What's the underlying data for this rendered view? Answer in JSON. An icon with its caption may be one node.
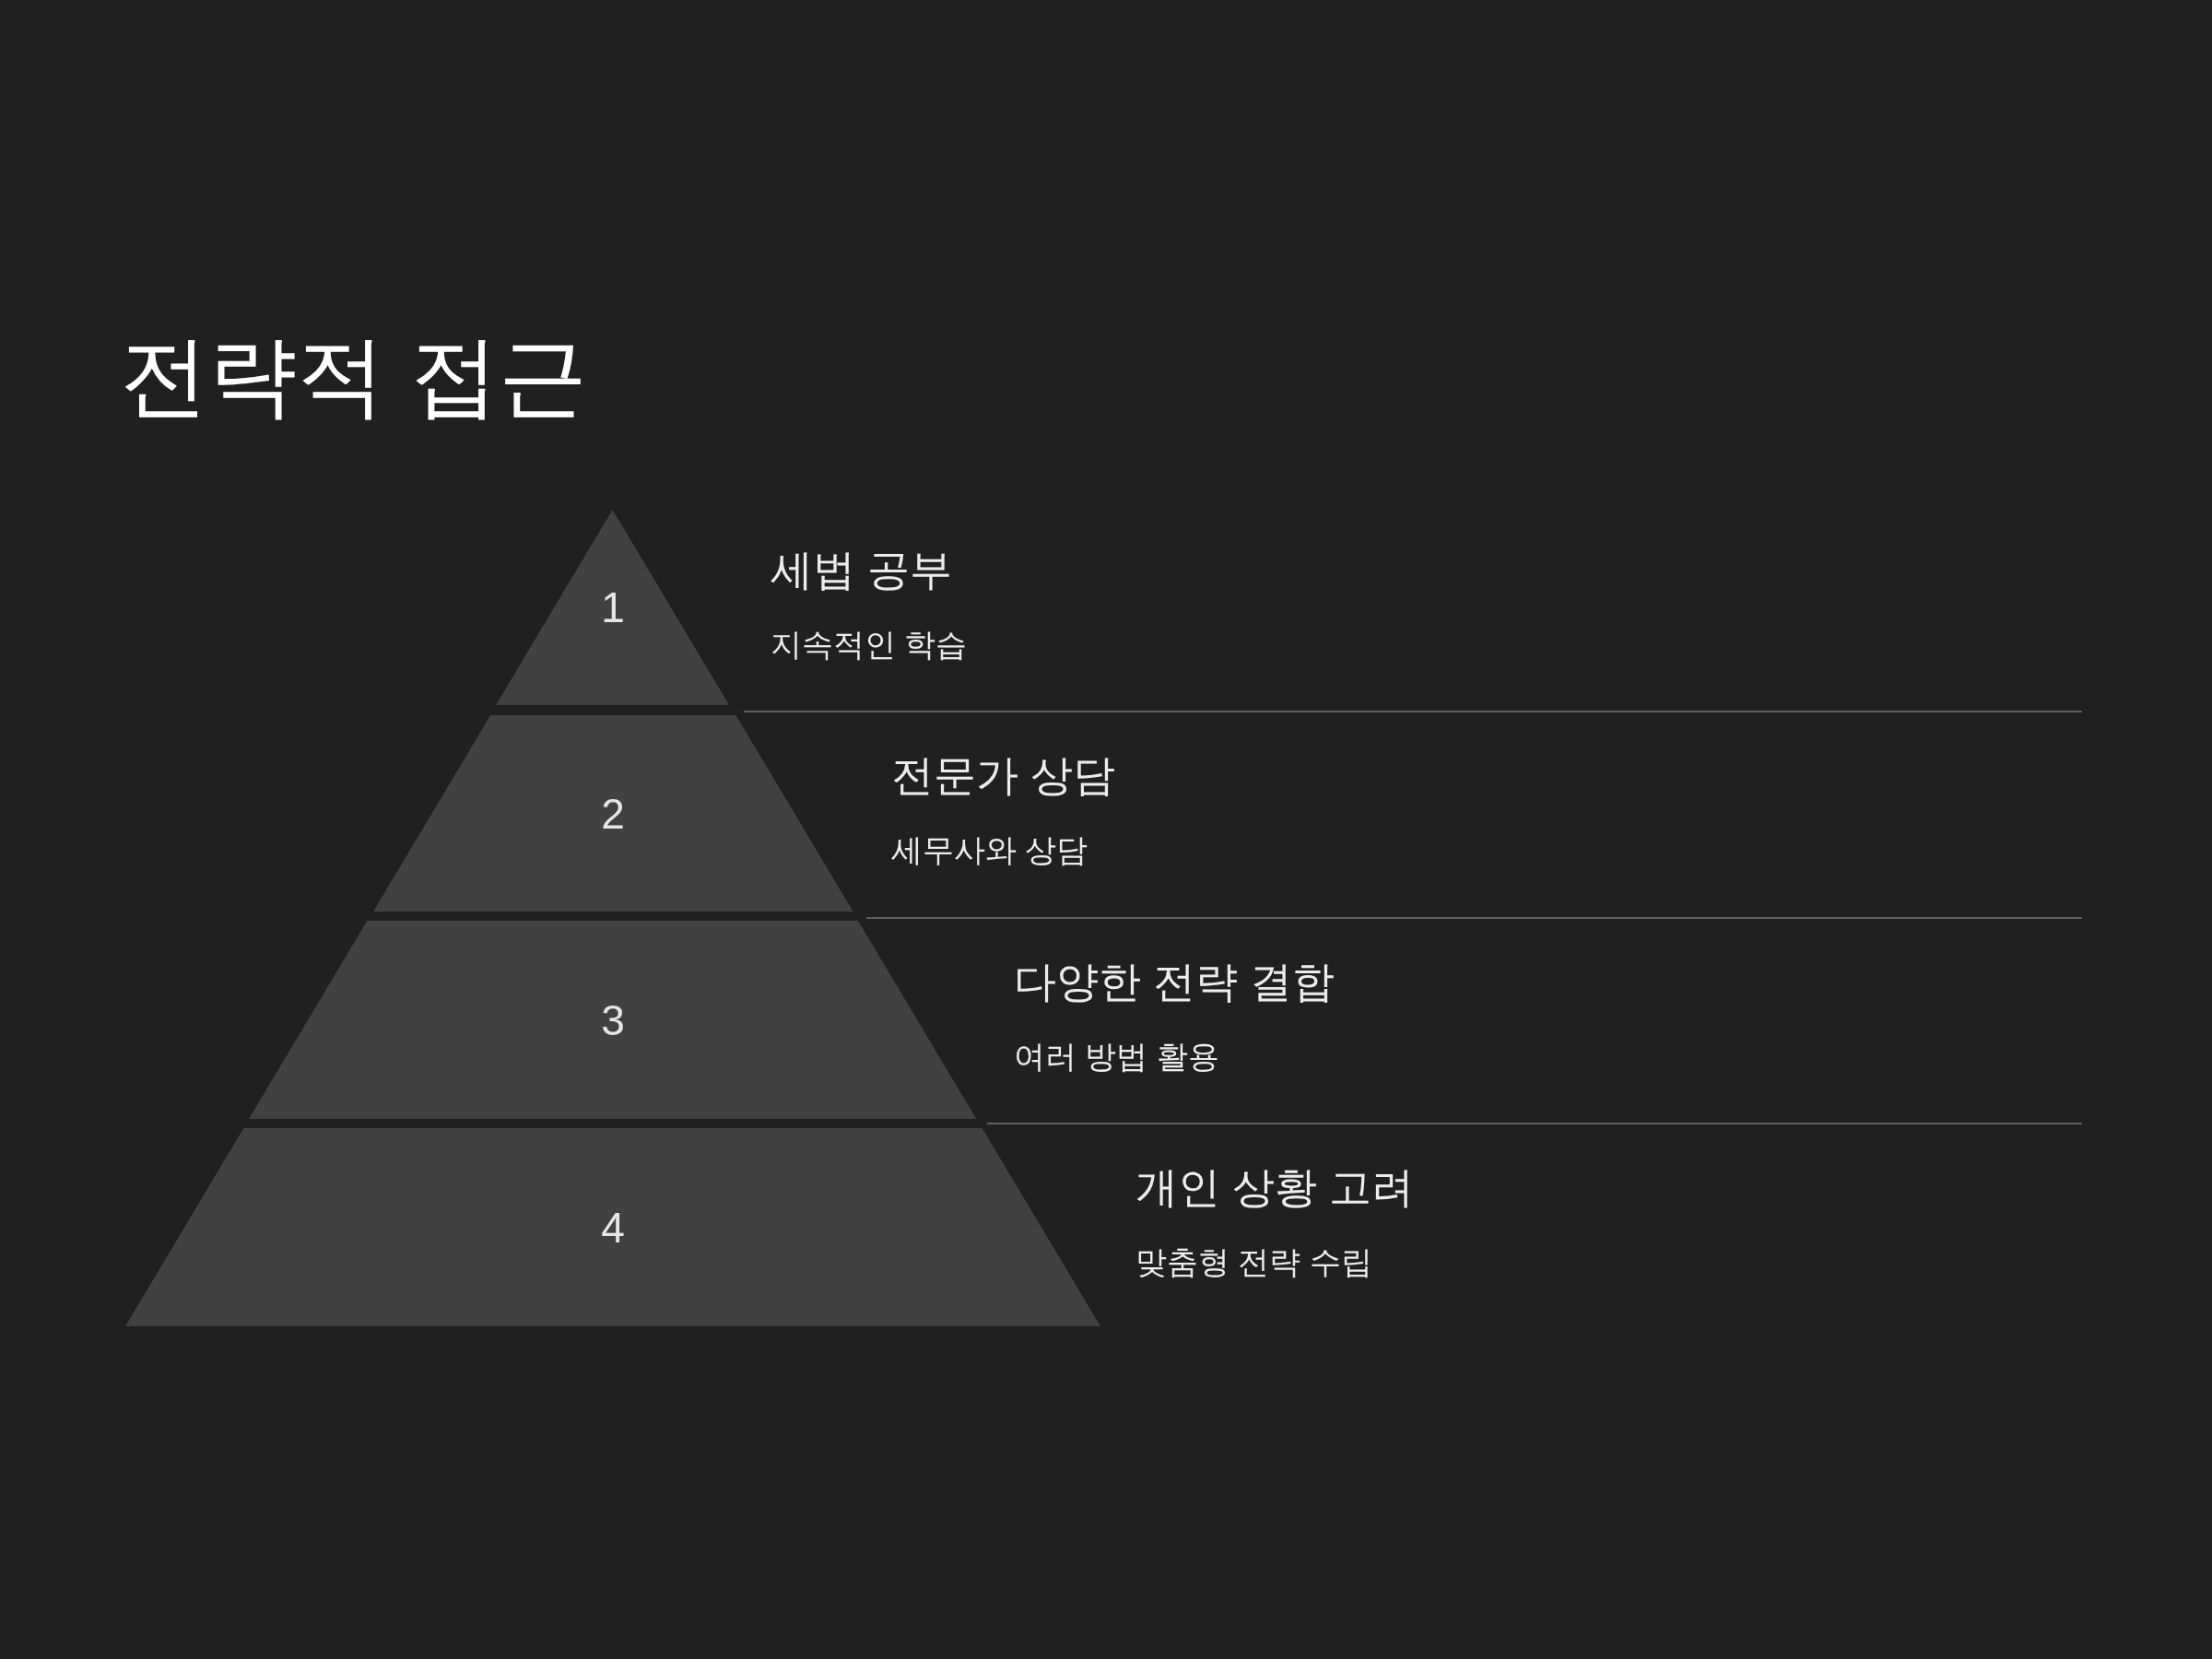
{
  "diagram": {
    "title": "전략적 접근",
    "nodes": [
      {
        "text": [
          "1"
        ],
        "beside": [
          "세법 공부",
          "지속적인 학습"
        ]
      },
      {
        "text": [
          "2"
        ],
        "beside": [
          "전문가 상담",
          "세무사와 상담"
        ]
      },
      {
        "text": [
          "3"
        ],
        "beside": [
          "다양한 전략 결합",
          "여러 방법 활용"
        ]
      },
      {
        "text": [
          "4"
        ],
        "beside": [
          "개인 상황 고려",
          "맞춤형 전략 수립"
        ]
      }
    ]
  }
}
